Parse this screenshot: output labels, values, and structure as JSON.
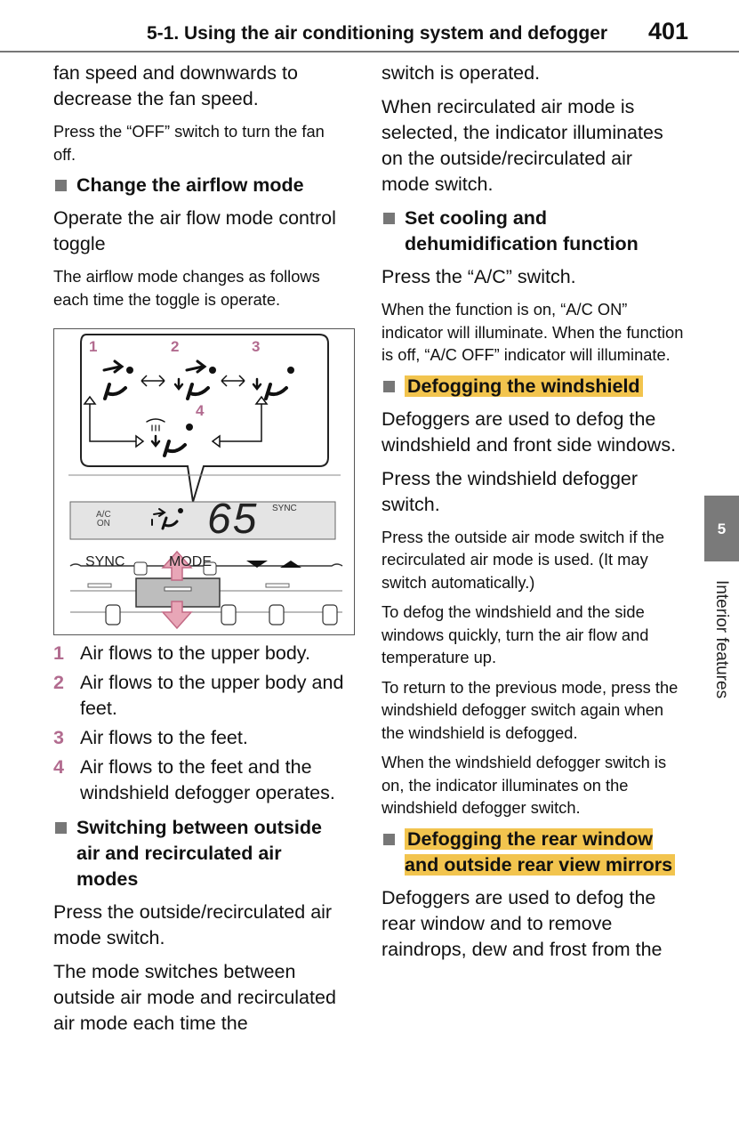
{
  "header": {
    "title": "5-1. Using the air conditioning system and defogger",
    "page": "401"
  },
  "left": {
    "p1": "fan speed and downwards to decrease the fan speed.",
    "p2": "Press the “OFF” switch to turn the fan off.",
    "h_airflow": "Change the airflow mode",
    "p3": "Operate the air flow mode control toggle",
    "p4": "The airflow mode changes as follows each time the toggle is operate.",
    "figure": {
      "n1": "1",
      "n2": "2",
      "n3": "3",
      "n4": "4",
      "ac": "A/C",
      "on": "ON",
      "temp": "65",
      "sync_small": "SYNC",
      "sync_btn": "SYNC",
      "mode_btn": "MODE"
    },
    "list": [
      {
        "num": "1",
        "text": "Air flows to the upper body."
      },
      {
        "num": "2",
        "text": "Air flows to the upper body and feet."
      },
      {
        "num": "3",
        "text": "Air flows to the feet."
      },
      {
        "num": "4",
        "text": "Air flows to the feet and the windshield defogger operates."
      }
    ],
    "h_switching": "Switching between outside air and recirculated air modes",
    "p5": "Press the outside/recirculated air mode switch.",
    "p6": "The mode switches between outside air mode and recirculated air mode each time the"
  },
  "right": {
    "p1": "switch is operated.",
    "p2": "When recirculated air mode is selected, the indicator illuminates on the outside/recirculated air mode switch.",
    "h_cooling": "Set cooling and dehumidification function",
    "p3": "Press the “A/C” switch.",
    "p4": "When the function is on, “A/C ON” indicator will illuminate. When the function is off, “A/C OFF” indicator will illuminate.",
    "h_defog_ws": "Defogging the windshield",
    "p5": "Defoggers are used to defog the windshield and front side windows.",
    "p6": "Press the windshield defogger switch.",
    "p7": "Press the outside air mode switch if the recirculated air mode is used. (It may switch automatically.)",
    "p8": "To defog the windshield and the side windows quickly, turn the air flow and temperature up.",
    "p9": "To return to the previous mode, press the windshield defogger switch again when the windshield is defogged.",
    "p10": "When the windshield defogger switch is on, the indicator illuminates on the windshield defogger switch.",
    "h_defog_rear": "Defogging the rear window and outside rear view mirrors",
    "p11": "Defoggers are used to defog the rear window and to remove raindrops, dew and frost from the"
  },
  "sidetab": {
    "num": "5",
    "label": "Interior features"
  },
  "colors": {
    "highlight": "#f2c44e",
    "accent_pink": "#b26b8f",
    "tab_gray": "#7a7a7a"
  }
}
